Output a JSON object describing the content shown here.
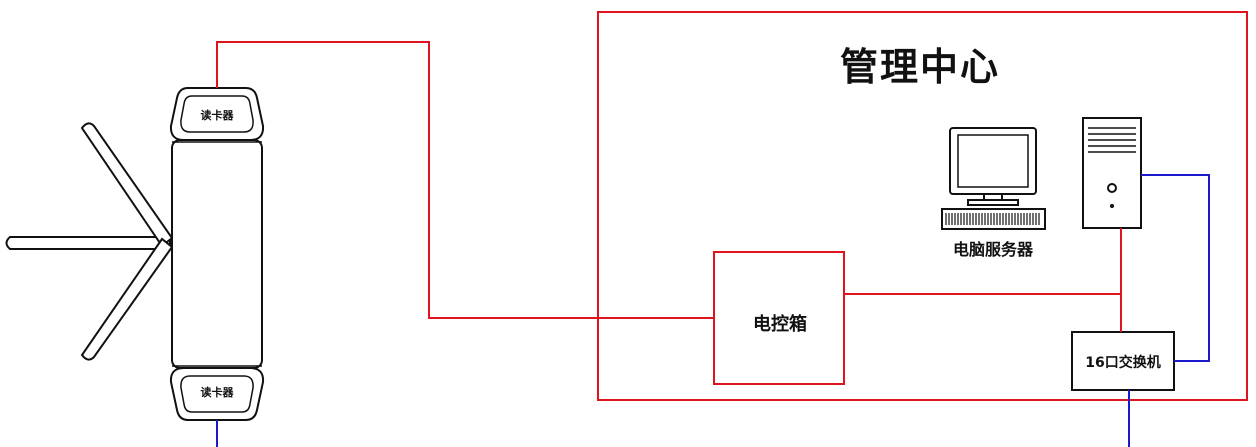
{
  "center": {
    "title": "管理中心"
  },
  "reader_top": {
    "label": "读卡器"
  },
  "reader_bottom": {
    "label": "读卡器"
  },
  "control_box": {
    "label": "电控箱"
  },
  "server": {
    "label": "电脑服务器"
  },
  "switch": {
    "label": "16口交换机"
  },
  "colors": {
    "power_line": "#e0141e",
    "network_line": "#1a1acc",
    "outline": "#111111"
  }
}
